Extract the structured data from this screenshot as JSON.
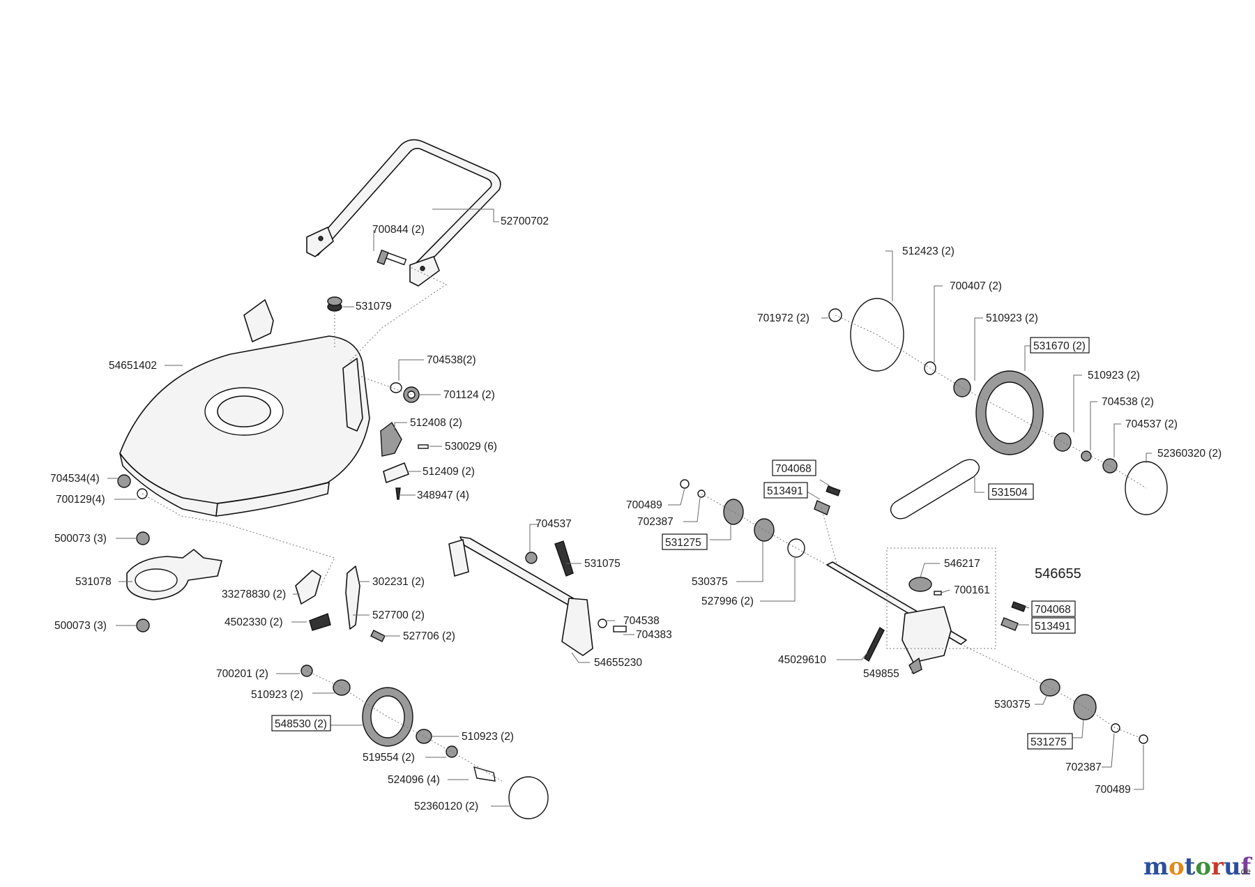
{
  "labels": {
    "l_52700702": "52700702",
    "l_700844": "700844 (2)",
    "l_531079": "531079",
    "l_54651402": "54651402",
    "l_704538a": "704538(2)",
    "l_701124": "701124 (2)",
    "l_512408": "512408 (2)",
    "l_530029": "530029 (6)",
    "l_512409": "512409 (2)",
    "l_348947": "348947 (4)",
    "l_704534": "704534(4)",
    "l_700129": "700129(4)",
    "l_500073a": "500073 (3)",
    "l_531078": "531078",
    "l_500073b": "500073 (3)",
    "l_33278830": "33278830 (2)",
    "l_302231": "302231 (2)",
    "l_4502330": "4502330 (2)",
    "l_527700": "527700 (2)",
    "l_527706": "527706 (2)",
    "l_700201": "700201 (2)",
    "l_510923a": "510923 (2)",
    "l_548530": "548530 (2)",
    "l_510923b": "510923 (2)",
    "l_519554": "519554 (2)",
    "l_524096": "524096 (4)",
    "l_52360120": "52360120 (2)",
    "l_704537a": "704537",
    "l_531075": "531075",
    "l_704538b": "704538",
    "l_704383": "704383",
    "l_54655230": "54655230",
    "l_512423": "512423 (2)",
    "l_700407": "700407 (2)",
    "l_701972": "701972 (2)",
    "l_510923c": "510923 (2)",
    "l_531670": "531670 (2)",
    "l_510923d": "510923 (2)",
    "l_704538c": "704538 (2)",
    "l_704537b": "704537 (2)",
    "l_52360320": "52360320 (2)",
    "l_704068a": "704068",
    "l_513491a": "513491",
    "l_531504": "531504",
    "l_700489a": "700489",
    "l_702387a": "702387",
    "l_531275a": "531275",
    "l_530375a": "530375",
    "l_527996": "527996 (2)",
    "l_546217": "546217",
    "l_546655": "546655",
    "l_700161": "700161",
    "l_704068b": "704068",
    "l_513491b": "513491",
    "l_45029610": "45029610",
    "l_549855": "549855",
    "l_530375b": "530375",
    "l_531275b": "531275",
    "l_702387b": "702387",
    "l_700489b": "700489"
  },
  "logo": {
    "letters": [
      "m",
      "o",
      "t",
      "o",
      "r",
      "u",
      "f"
    ],
    "colors": [
      "#2b4f9e",
      "#e08a1c",
      "#2b4f9e",
      "#3d8f3a",
      "#c73a2a",
      "#2b4f9e",
      "#7a3f9a"
    ],
    "suffix": ".de"
  }
}
